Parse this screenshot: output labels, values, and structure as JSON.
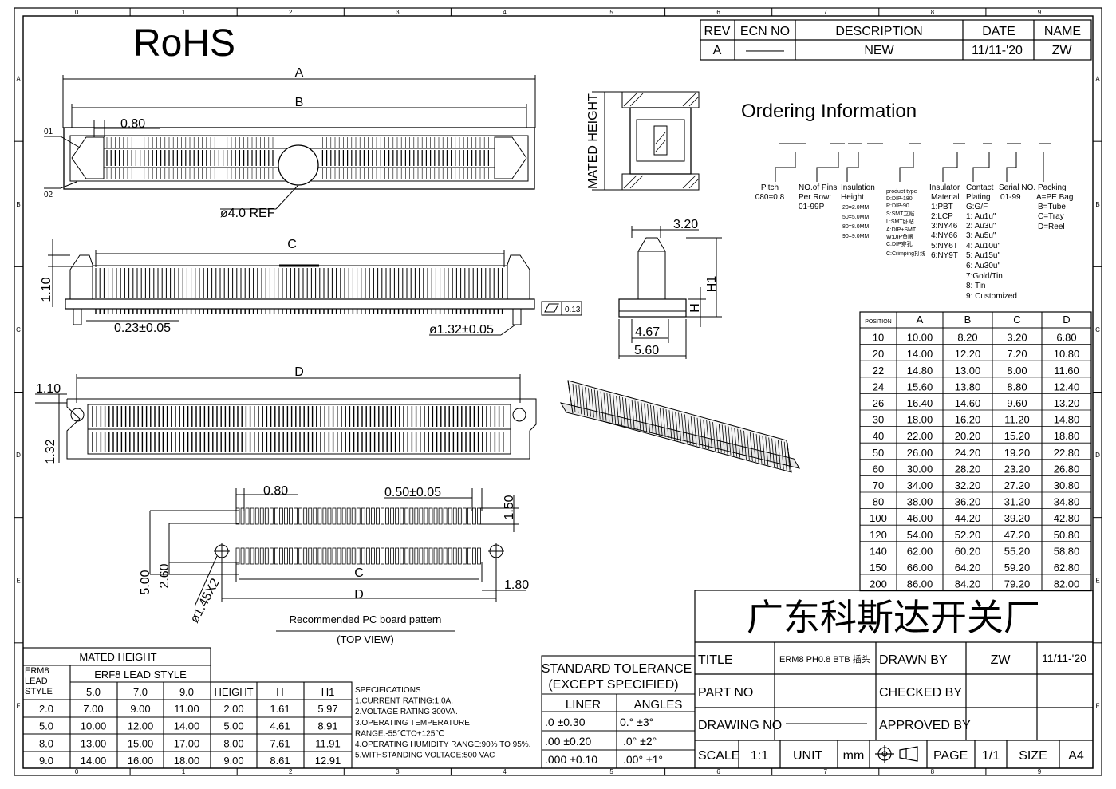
{
  "rohs": "RoHS",
  "revision": {
    "headers": [
      "REV",
      "ECN NO",
      "DESCRIPTION",
      "DATE",
      "NAME"
    ],
    "row": [
      "A",
      "———",
      "NEW",
      "11/11-'20",
      "ZW"
    ]
  },
  "frame": {
    "columns": [
      "0",
      "1",
      "2",
      "3",
      "4",
      "5",
      "6",
      "7",
      "8",
      "9"
    ],
    "rows": [
      "A",
      "B",
      "C",
      "D",
      "E",
      "F"
    ]
  },
  "dims": {
    "A": "A",
    "B": "B",
    "C": "C",
    "D": "D",
    "pitch": "0.80",
    "label01": "01",
    "label02": "02",
    "ref": "ø4.0  REF",
    "h110": "1.10",
    "pin": "0.23±0.05",
    "post": "ø1.32±0.05",
    "flat": "0.13",
    "w320": "3.20",
    "w467": "4.67",
    "w560": "5.60",
    "H1": "H1",
    "H": "H",
    "mated": "MATED  HEIGHT",
    "d110": "1.10",
    "d132": "1.32",
    "pcb_080": "0.80",
    "pcb_050": "0.50±0.05",
    "pcb_150": "1.50",
    "pcb_500": "5.00",
    "pcb_260": "2.60",
    "pcb_C": "C",
    "pcb_D": "D",
    "pcb_180": "1.80",
    "pcb_hole": "ø1.45X2",
    "pcb_title": "Recommended PC board pattern",
    "pcb_view": "(TOP  VIEW)"
  },
  "ordering": {
    "title": "Ordering Information",
    "pitch": [
      "Pitch",
      "080=0.8"
    ],
    "pins": [
      "NO.of Pins",
      "Per Row:",
      "01-99P"
    ],
    "insulation": [
      "Insulation",
      "Height",
      "20=2.0MM",
      "50=5.0MM",
      "80=8.0MM",
      "90=9.0MM"
    ],
    "ptype": [
      "product type",
      "D:DIP-180",
      "R:DIP-90",
      "S:SMT立贴",
      "L:SMT卧贴",
      "A:DIP+SMT",
      "W:DIP鱼眼",
      "C:DIP穿孔",
      "C:Crimping打线"
    ],
    "material": [
      "Insulator",
      "Material",
      "1:PBT",
      "2:LCP",
      "3:NY46",
      "4:NY66",
      "5:NY6T",
      "6:NY9T"
    ],
    "plating": [
      "Contact",
      "Plating",
      "G:G/F",
      "1: Au1u\"",
      "2: Au3u\"",
      "3: Au5u\"",
      "4: Au10u\"",
      "5: Au15u\"",
      "6: Au30u\"",
      "7:Gold/Tin",
      "8: Tin",
      "9: Customized"
    ],
    "serial": [
      "Serial NO.",
      "01-99"
    ],
    "packing": [
      "Packing",
      "A=PE Bag",
      "B=Tube",
      "C=Tray",
      "D=Reel"
    ]
  },
  "position_table": {
    "headers": [
      "POSITION",
      "A",
      "B",
      "C",
      "D"
    ],
    "rows": [
      [
        "10",
        "10.00",
        "8.20",
        "3.20",
        "6.80"
      ],
      [
        "20",
        "14.00",
        "12.20",
        "7.20",
        "10.80"
      ],
      [
        "22",
        "14.80",
        "13.00",
        "8.00",
        "11.60"
      ],
      [
        "24",
        "15.60",
        "13.80",
        "8.80",
        "12.40"
      ],
      [
        "26",
        "16.40",
        "14.60",
        "9.60",
        "13.20"
      ],
      [
        "30",
        "18.00",
        "16.20",
        "11.20",
        "14.80"
      ],
      [
        "40",
        "22.00",
        "20.20",
        "15.20",
        "18.80"
      ],
      [
        "50",
        "26.00",
        "24.20",
        "19.20",
        "22.80"
      ],
      [
        "60",
        "30.00",
        "28.20",
        "23.20",
        "26.80"
      ],
      [
        "70",
        "34.00",
        "32.20",
        "27.20",
        "30.80"
      ],
      [
        "80",
        "38.00",
        "36.20",
        "31.20",
        "34.80"
      ],
      [
        "100",
        "46.00",
        "44.20",
        "39.20",
        "42.80"
      ],
      [
        "120",
        "54.00",
        "52.20",
        "47.20",
        "50.80"
      ],
      [
        "140",
        "62.00",
        "60.20",
        "55.20",
        "58.80"
      ],
      [
        "150",
        "66.00",
        "64.20",
        "59.20",
        "62.80"
      ],
      [
        "200",
        "86.00",
        "84.20",
        "79.20",
        "82.00"
      ]
    ]
  },
  "mated_table": {
    "title": "MATED  HEIGHT",
    "erm8": "ERM8 LEAD STYLE",
    "erf8": "ERF8  LEAD  STYLE",
    "cols": [
      "5.0",
      "7.0",
      "9.0"
    ],
    "rows": [
      [
        "2.0",
        "7.00",
        "9.00",
        "11.00"
      ],
      [
        "5.0",
        "10.00",
        "12.00",
        "14.00"
      ],
      [
        "8.0",
        "13.00",
        "15.00",
        "17.00"
      ],
      [
        "9.0",
        "14.00",
        "16.00",
        "18.00"
      ]
    ]
  },
  "height_table": {
    "headers": [
      "HEIGHT",
      "H",
      "H1"
    ],
    "rows": [
      [
        "2.00",
        "1.61",
        "5.97"
      ],
      [
        "5.00",
        "4.61",
        "8.91"
      ],
      [
        "8.00",
        "7.61",
        "11.91"
      ],
      [
        "9.00",
        "8.61",
        "12.91"
      ]
    ]
  },
  "specs": [
    "SPECIFICATIONS",
    "1.CURRENT RATING:1.0A.",
    "2.VOLTAGE RATING 300VA.",
    "3.OPERATING TEMPERATURE",
    "  RANGE:-55℃TO+125℃",
    "4.OPERATING HUMIDITY RANGE:90% TO 95%.",
    "5.WITHSTANDING VOLTAGE:500 VAC"
  ],
  "tolerance": {
    "title1": "STANDARD TOLERANCE",
    "title2": "(EXCEPT  SPECIFIED)",
    "liner": "LINER",
    "angles": "ANGLES",
    "rows": [
      [
        ".0  ±0.30",
        "0.°  ±3°"
      ],
      [
        ".00  ±0.20",
        ".0°  ±2°"
      ],
      [
        ".000 ±0.10",
        ".00° ±1°"
      ]
    ]
  },
  "titleblock": {
    "company": "广东科斯达开关厂",
    "title_label": "TITLE",
    "title_value": "ERM8 PH0.8 BTB 插头",
    "drawn_by": "DRAWN BY",
    "drawn_name": "ZW",
    "drawn_date": "11/11-'20",
    "part_no": "PART NO",
    "checked_by": "CHECKED BY",
    "drawing_no": "DRAWING NO",
    "approved_by": "APPROVED BY",
    "scale_label": "SCALE",
    "scale": "1:1",
    "unit_label": "UNIT",
    "unit": "mm",
    "page_label": "PAGE",
    "page": "1/1",
    "size_label": "SIZE",
    "size": "A4"
  }
}
